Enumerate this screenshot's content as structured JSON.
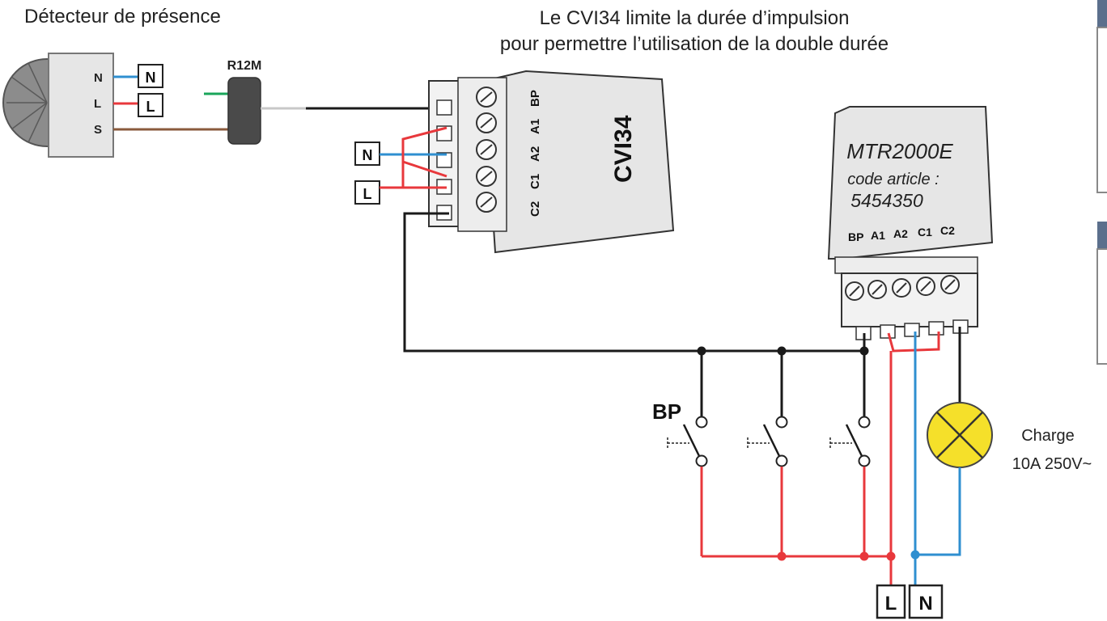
{
  "titles": {
    "detector": "Détecteur de présence",
    "cvi_line1": "Le CVI34 limite la durée d’impulsion",
    "cvi_line2": "pour permettre l’utilisation de la double durée"
  },
  "detector": {
    "terminals": [
      "N",
      "L",
      "S"
    ],
    "boxes": [
      "N",
      "L"
    ]
  },
  "r12m": {
    "label": "R12M"
  },
  "cvi34": {
    "name": "CVI34",
    "terminals": [
      "C2",
      "C1",
      "A2",
      "A1",
      "BP"
    ],
    "boxes": [
      "N",
      "L"
    ]
  },
  "mtr": {
    "model": "MTR2000E",
    "code_label": "code article :",
    "code": "5454350",
    "terminals": [
      "BP",
      "A1",
      "A2",
      "C1",
      "C2"
    ]
  },
  "bp_label": "BP",
  "load": {
    "label": "Charge",
    "rating": "10A 250V~"
  },
  "supply": {
    "L": "L",
    "N": "N"
  },
  "colors": {
    "neutral": "#2f8fd0",
    "live": "#e8383c",
    "switched": "#8a5a3c",
    "black": "#1a1a1a",
    "green": "#1aa55a",
    "lamp": "#f5e02a",
    "module": "#e6e6e6",
    "side_panel": "#5b6f8c"
  }
}
